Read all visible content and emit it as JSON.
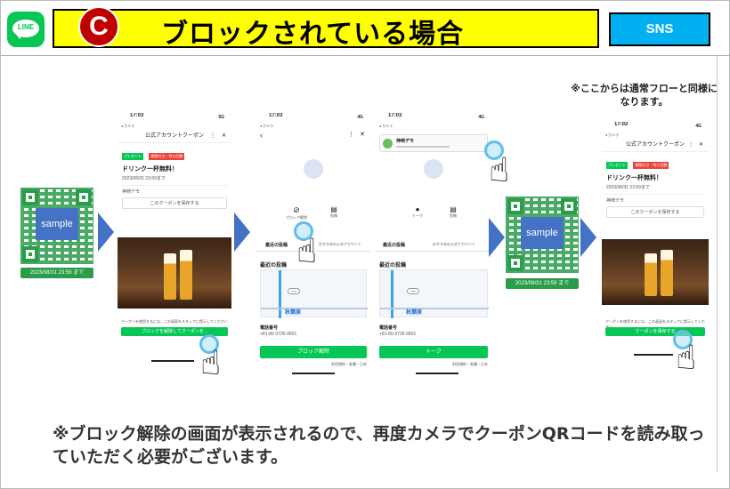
{
  "header": {
    "logo_text": "LINE",
    "step_letter": "C",
    "title": "ブロックされている場合",
    "badge": "SNS"
  },
  "note_top": "※ここからは通常フローと同様になります。",
  "bottom_note": "※ブロック解除の画面が表示されるので、再度カメラでクーポンQRコードを読み取っていただく必要がございます。",
  "qr": {
    "sample_label": "sample",
    "date_label": "2023/08/31 23:59 まで"
  },
  "phone1": {
    "time": "17:03",
    "back": "◂ カメラ",
    "signal": "5G",
    "header": "公式アカウントクーポン",
    "tag1": "プレゼント",
    "tag2": "期限付き・残り回数",
    "coupon_title": "ドリンク一杯無料！",
    "expiry": "2023/08/31 23:59まで",
    "shop": "神崎デモ",
    "save_label": "このクーポンを保存する",
    "footer_hint": "クーポンを使用するには、この画面をスタッフに提示してください",
    "unblock_button": "ブロックを解除してクーポンを..."
  },
  "phone2": {
    "time": "17:03",
    "back": "◂ カメラ",
    "signal": "4G",
    "action1": "ブロック解除",
    "action2": "投稿",
    "tab1": "最近の投稿",
    "tab2": "おすすめの公式アカウント",
    "recent": "最近の投稿",
    "station": "秋葉原",
    "phone_label": "電話番号",
    "phone_number": "+81-80-3735-9601",
    "unblock_button": "ブロック解除",
    "footer": "利用規約・各種・日本"
  },
  "phone3": {
    "time": "17:03",
    "back": "◂ カメラ",
    "signal": "4G",
    "friend_name": "神崎デモ",
    "action1": "トーク",
    "action2": "投稿",
    "tab1": "最近の投稿",
    "tab2": "おすすめの公式アカウント",
    "recent": "最近の投稿",
    "station": "秋葉原",
    "phone_label": "電話番号",
    "phone_number": "+81-80-3735-9601",
    "talk_button": "トーク",
    "footer": "利用規約・各種・日本"
  },
  "phone4": {
    "time": "17:02",
    "back": "◂ カメラ",
    "signal": "4G",
    "header": "公式アカウントクーポン",
    "tag1": "プレゼント",
    "tag2": "期限付き・残り回数",
    "coupon_title": "ドリンク一杯無料！",
    "expiry": "2023/08/31 23:59まで",
    "shop": "神崎デモ",
    "save_label": "このクーポンを保存する",
    "footer_hint": "クーポンを使用するには、この画面をスタッフに提示してください",
    "use_button": "クーポンを保存する"
  }
}
